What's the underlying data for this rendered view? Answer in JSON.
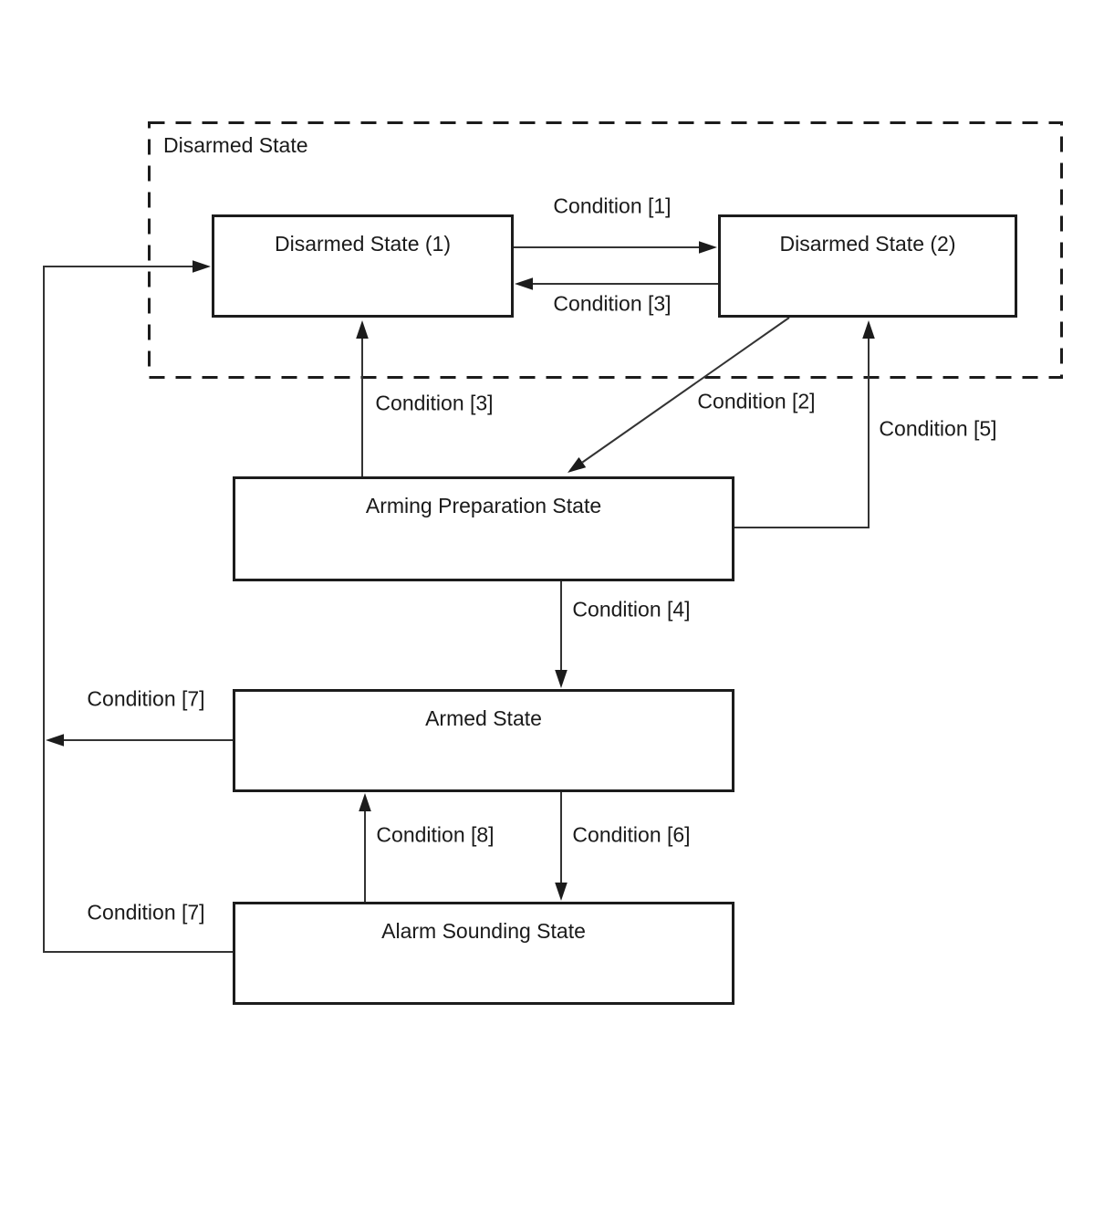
{
  "diagram": {
    "type": "state-diagram",
    "group": {
      "label": "Disarmed State",
      "contains": [
        "Disarmed State (1)",
        "Disarmed State (2)"
      ]
    },
    "nodes": [
      {
        "id": "disarmed1",
        "label": "Disarmed State (1)"
      },
      {
        "id": "disarmed2",
        "label": "Disarmed State (2)"
      },
      {
        "id": "arming_prep",
        "label": "Arming Preparation State"
      },
      {
        "id": "armed",
        "label": "Armed State"
      },
      {
        "id": "alarm",
        "label": "Alarm Sounding State"
      }
    ],
    "edges": [
      {
        "from": "disarmed1",
        "to": "disarmed2",
        "label": "Condition [1]"
      },
      {
        "from": "disarmed2",
        "to": "disarmed1",
        "label": "Condition [3]"
      },
      {
        "from": "arming_prep",
        "to": "disarmed1",
        "label": "Condition [3]"
      },
      {
        "from": "disarmed2",
        "to": "arming_prep",
        "label": "Condition [2]"
      },
      {
        "from": "arming_prep",
        "to": "disarmed2",
        "label": "Condition [5]"
      },
      {
        "from": "arming_prep",
        "to": "armed",
        "label": "Condition [4]"
      },
      {
        "from": "armed",
        "to": "disarmed1",
        "label": "Condition [7]"
      },
      {
        "from": "alarm",
        "to": "armed",
        "label": "Condition [8]"
      },
      {
        "from": "armed",
        "to": "alarm",
        "label": "Condition [6]"
      },
      {
        "from": "alarm",
        "to": "disarmed1",
        "label": "Condition [7]"
      }
    ],
    "colors": {
      "background": "#ffffff",
      "line": "#333333",
      "border": "#1c1c1c",
      "text": "#1a1a1a"
    }
  }
}
